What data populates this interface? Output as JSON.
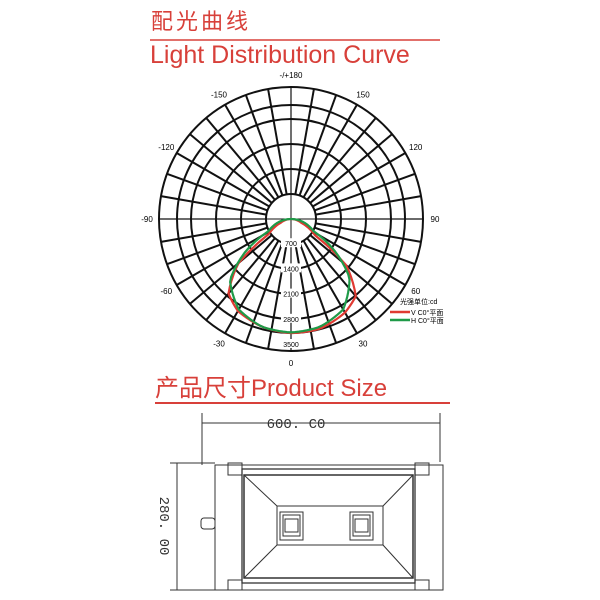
{
  "light_section": {
    "title_cn": "配光曲线",
    "title_en": "Light Distribution Curve"
  },
  "size_section": {
    "title": "产品尺寸Product Size",
    "width_label": "600. C0",
    "height_label": "280. 00"
  },
  "chart_data": {
    "type": "polar-line",
    "angle_labels": [
      {
        "angle": 180,
        "text": "-/+180"
      },
      {
        "angle": -150,
        "text": "-150"
      },
      {
        "angle": 150,
        "text": "150"
      },
      {
        "angle": -120,
        "text": "-120"
      },
      {
        "angle": 120,
        "text": "120"
      },
      {
        "angle": -90,
        "text": "-90"
      },
      {
        "angle": 90,
        "text": "90"
      },
      {
        "angle": -60,
        "text": "-60"
      },
      {
        "angle": 60,
        "text": "60"
      },
      {
        "angle": -30,
        "text": "-30"
      },
      {
        "angle": 30,
        "text": "30"
      },
      {
        "angle": 0,
        "text": "0"
      }
    ],
    "ring_labels": [
      "700",
      "1400",
      "2100",
      "2800",
      "3500"
    ],
    "rmax": 3500,
    "unit_label": "光强单位:cd",
    "series": [
      {
        "name": "V C0°平面",
        "color": "#e03a32",
        "angles": [
          -90,
          -70,
          -56,
          -50,
          -40,
          -30,
          -15,
          0,
          15,
          30,
          40,
          50,
          56,
          70,
          90
        ],
        "values": [
          0,
          300,
          750,
          1900,
          2700,
          2950,
          3100,
          3170,
          3150,
          3000,
          2800,
          2000,
          800,
          300,
          0
        ]
      },
      {
        "name": "H C0°平面",
        "color": "#1f9a48",
        "angles": [
          -90,
          -62,
          -55,
          -45,
          -30,
          -15,
          0,
          15,
          30,
          45,
          55,
          62,
          90
        ],
        "values": [
          0,
          700,
          1500,
          2400,
          2900,
          3100,
          3150,
          3100,
          2900,
          2300,
          1400,
          700,
          0
        ]
      }
    ]
  }
}
